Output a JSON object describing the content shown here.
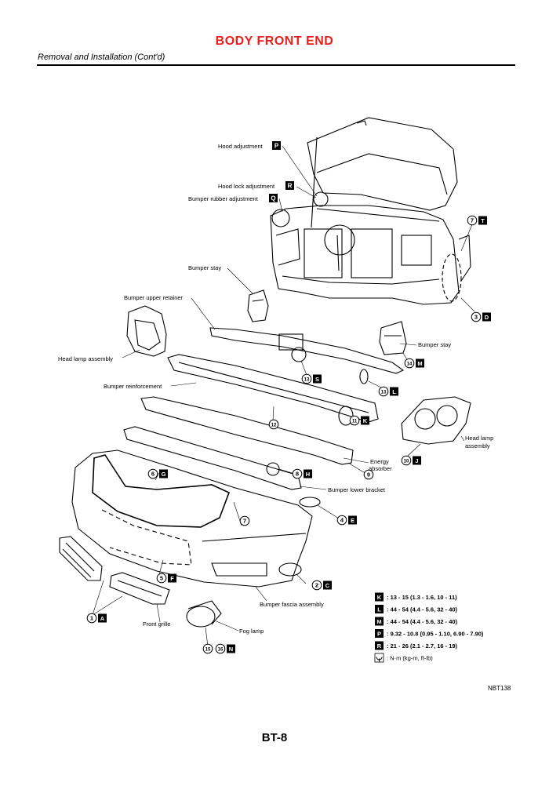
{
  "header": {
    "title": "BODY FRONT END",
    "subtitle": "Removal and Installation (Cont'd)"
  },
  "callouts": {
    "hood_adjustment": "Hood adjustment",
    "hood_lock_adjustment": "Hood lock adjustment",
    "bumper_rubber_adjustment": "Bumper rubber adjustment",
    "bumper_stay_left": "Bumper stay",
    "bumper_upper_retainer": "Bumper upper retainer",
    "head_lamp_assembly_left": "Head lamp assembly",
    "bumper_reinforcement": "Bumper reinforcement",
    "bumper_stay_right": "Bumper stay",
    "head_lamp_assembly_right_1": "Head lamp",
    "head_lamp_assembly_right_2": "assembly",
    "energy_absorber_1": "Energy",
    "energy_absorber_2": "absorber",
    "bumper_lower_bracket": "Bumper lower bracket",
    "bumper_fascia_assembly": "Bumper fascia assembly",
    "front_grille": "Front grille",
    "fog_lamp": "Fog lamp"
  },
  "parts": [
    {
      "num": "1",
      "letter": "A"
    },
    {
      "num": "2",
      "letter": "C"
    },
    {
      "num": "3",
      "letter": "D"
    },
    {
      "num": "4",
      "letter": "E"
    },
    {
      "num": "5",
      "letter": "F"
    },
    {
      "num": "6",
      "letter": "G"
    },
    {
      "num": "7",
      "letter": "T"
    },
    {
      "num": "7",
      "letter": ""
    },
    {
      "num": "8",
      "letter": "H"
    },
    {
      "num": "9",
      "letter": ""
    },
    {
      "num": "10",
      "letter": "J"
    },
    {
      "num": "11",
      "letter": "K"
    },
    {
      "num": "12",
      "letter": ""
    },
    {
      "num": "13",
      "letter": "S"
    },
    {
      "num": "13",
      "letter": "L"
    },
    {
      "num": "14",
      "letter": "M"
    },
    {
      "num": "15",
      "letter": ""
    },
    {
      "num": "16",
      "letter": "N"
    }
  ],
  "adjustment_keys": {
    "hood": "P",
    "hood_lock": "R",
    "bumper_rubber": "Q"
  },
  "torque_legend": [
    {
      "key": "K",
      "spec": ": 13 - 15 (1.3 - 1.6, 10 - 11)"
    },
    {
      "key": "L",
      "spec": ": 44 - 54 (4.4 - 5.6, 32 - 40)"
    },
    {
      "key": "M",
      "spec": ": 44 - 54 (4.4 - 5.6, 32 - 40)"
    },
    {
      "key": "P",
      "spec": ": 9.32 - 10.8 (0.95 - 1.10, 6.90 - 7.90)"
    },
    {
      "key": "R",
      "spec": ": 21 - 26 (2.1 - 2.7, 16 - 19)"
    }
  ],
  "units_note": ": N·m (kg-m, ft-lb)",
  "figure_code": "NBT138",
  "page_number": "BT-8"
}
